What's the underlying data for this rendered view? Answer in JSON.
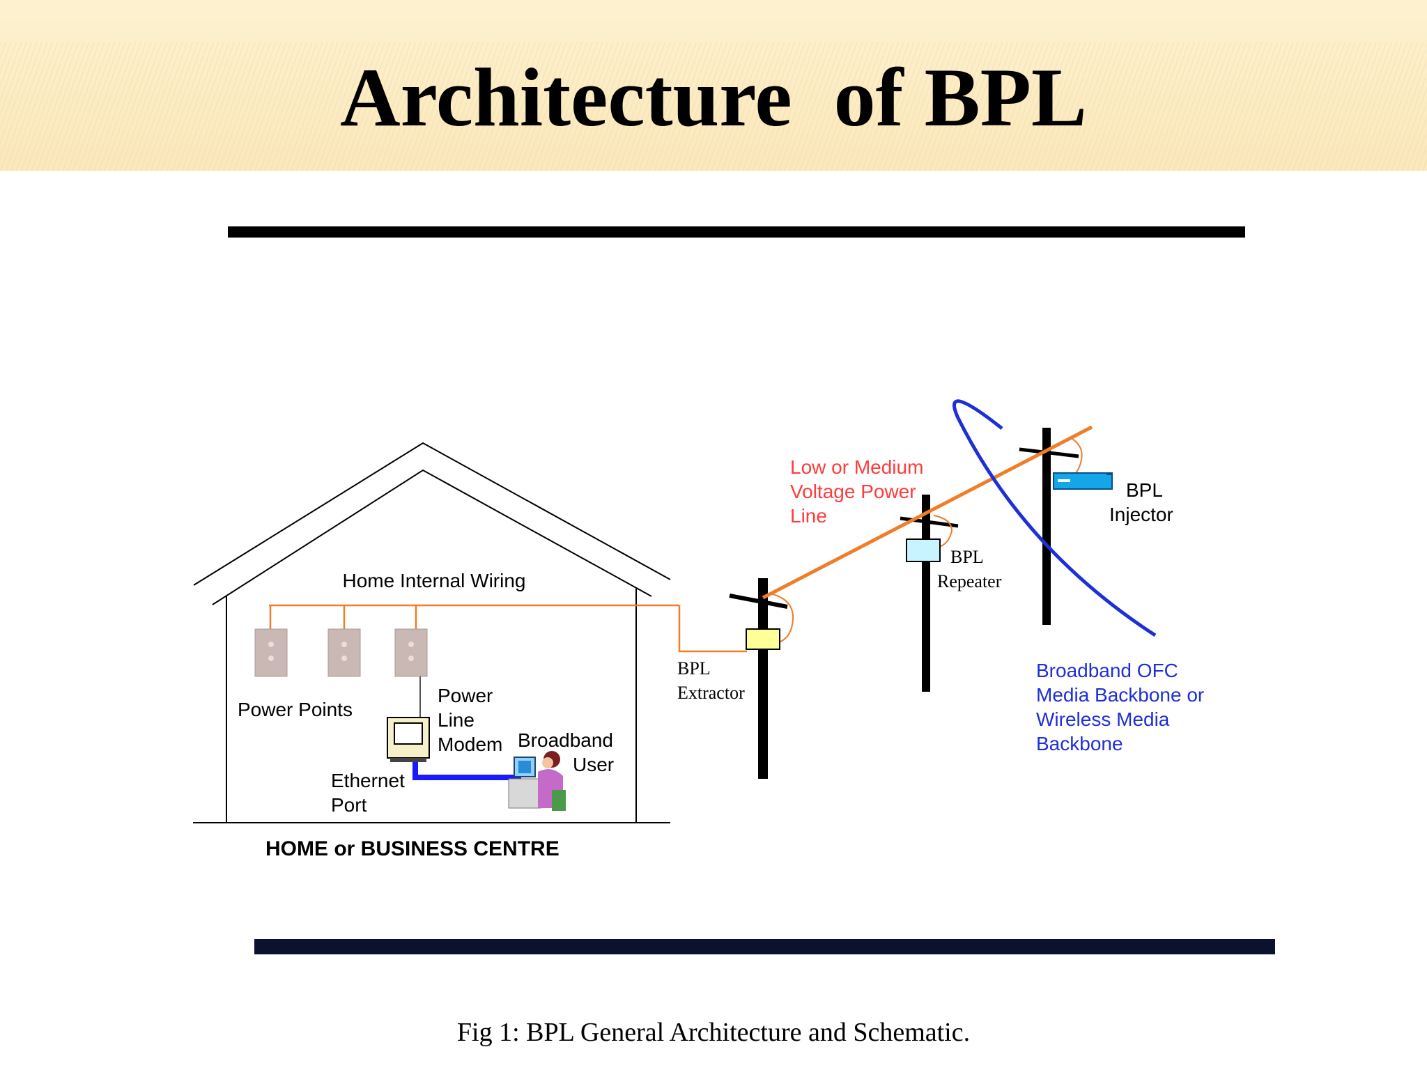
{
  "slide": {
    "title": "Architecture  of BPL"
  },
  "diagram": {
    "labels": {
      "home_internal_wiring": "Home Internal Wiring",
      "power_points": "Power Points",
      "power_line_modem": [
        "Power",
        "Line",
        "Modem"
      ],
      "broadband_user": [
        "Broadband",
        "User"
      ],
      "ethernet_port": [
        "Ethernet",
        "Port"
      ],
      "home_or_business_centre": "HOME or BUSINESS CENTRE",
      "bpl_extractor": [
        "BPL",
        "Extractor"
      ],
      "voltage_power_line": [
        "Low or Medium",
        "Voltage Power",
        "Line"
      ],
      "bpl_repeater": [
        "BPL",
        "Repeater"
      ],
      "bpl_injector": [
        "BPL",
        "Injector"
      ],
      "backbone": [
        "Broadband OFC",
        "Media Backbone or",
        "Wireless Media",
        "Backbone"
      ]
    },
    "caption": "Fig 1: BPL General Architecture and Schematic."
  },
  "colors": {
    "power_line": "#f07d28",
    "ethernet": "#1a1aff",
    "backbone": "#1e2fd6",
    "voltage_label": "#ff3b3b"
  }
}
